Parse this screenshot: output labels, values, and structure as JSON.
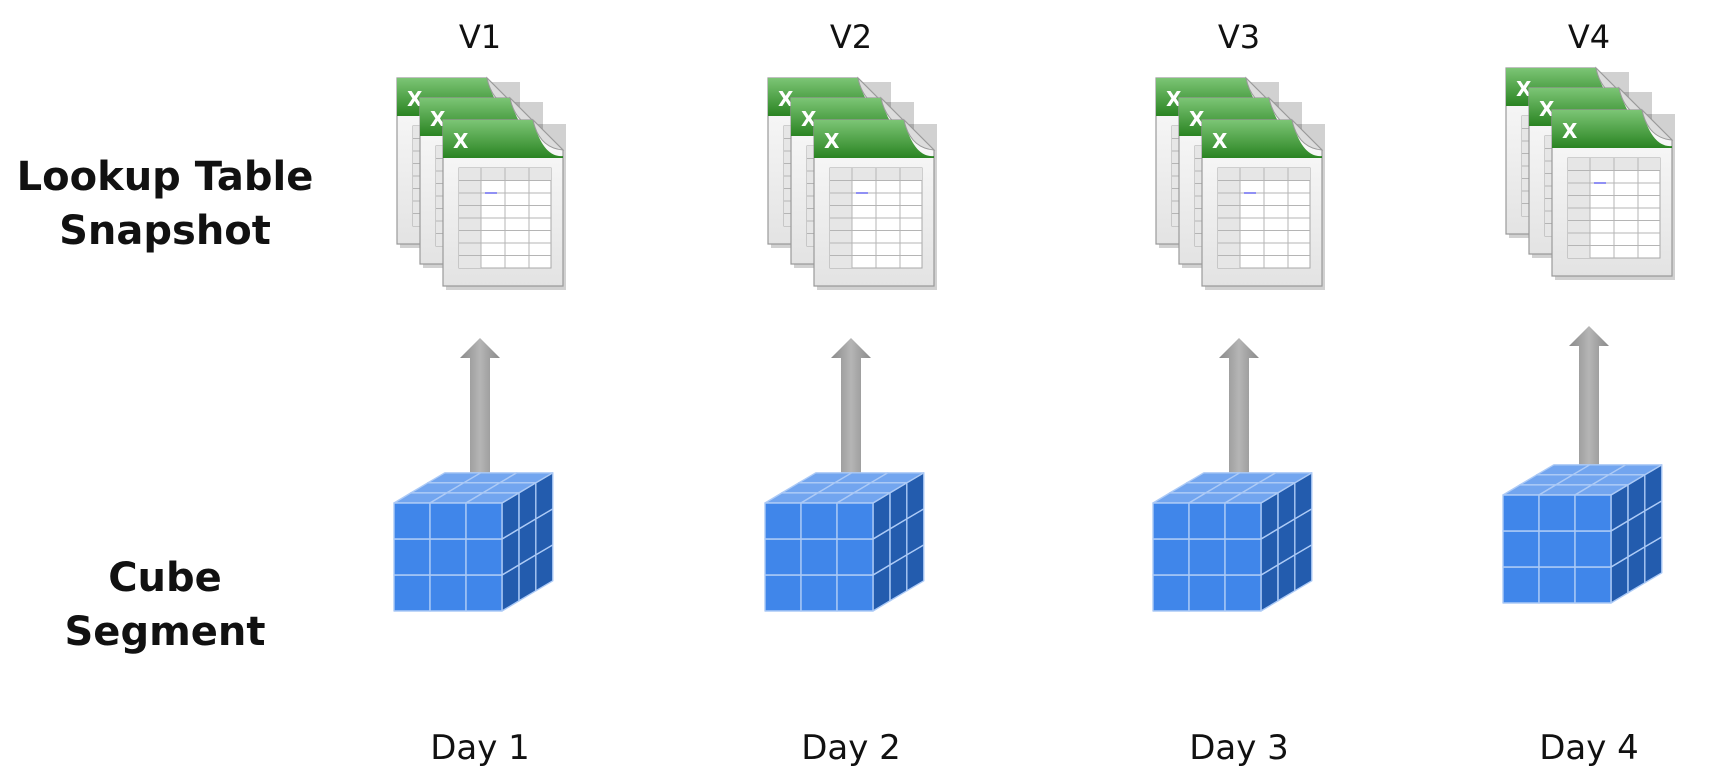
{
  "row_labels": {
    "top": [
      "Lookup Table",
      "Snapshot"
    ],
    "bottom": [
      "Cube",
      "Segment"
    ]
  },
  "columns": [
    {
      "version": "V1",
      "day": "Day 1"
    },
    {
      "version": "V2",
      "day": "Day 2"
    },
    {
      "version": "V3",
      "day": "Day 3"
    },
    {
      "version": "V4",
      "day": "Day 4"
    }
  ],
  "icons": {
    "snapshot": "spreadsheet-stack-icon",
    "segment": "cube-icon",
    "arrow": "up-arrow-icon"
  },
  "colors": {
    "sheet_green": "#35a52a",
    "cube_blue": "#2f7be8",
    "arrow_gray": "#a2a2a2"
  }
}
